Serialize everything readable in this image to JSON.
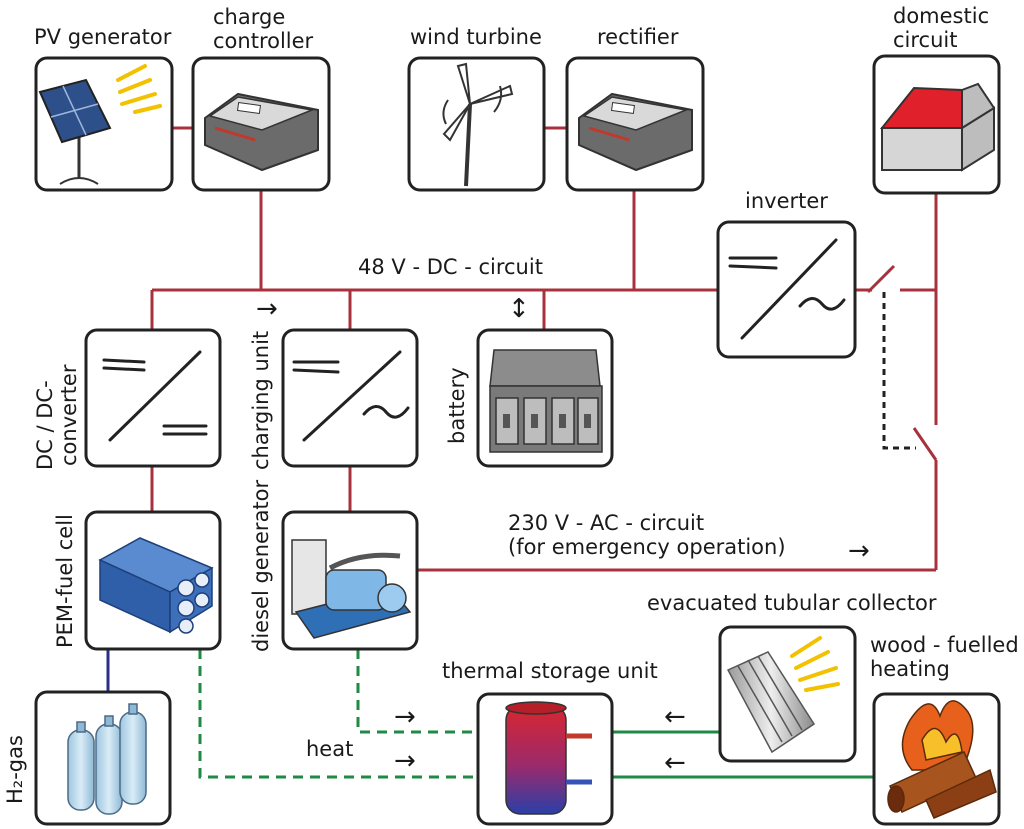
{
  "labels": {
    "pv_generator": "PV generator",
    "charge_controller_1": "charge",
    "charge_controller_2": "controller",
    "wind_turbine": "wind turbine",
    "rectifier": "rectifier",
    "domestic_1": "domestic",
    "domestic_2": "circuit",
    "inverter": "inverter",
    "dc_circuit": "48 V - DC - circuit",
    "dc_dc_1": "DC / DC-",
    "dc_dc_2": "converter",
    "charging_unit": "charging unit",
    "battery": "battery",
    "pem_fuel_cell": "PEM-fuel cell",
    "diesel_generator": "diesel generator",
    "ac_circuit_1": "230 V - AC - circuit",
    "ac_circuit_2": "(for emergency operation)",
    "evacuated_collector": "evacuated tubular collector",
    "wood_1": "wood - fuelled",
    "wood_2": "heating",
    "thermal_storage": "thermal storage unit",
    "heat": "heat",
    "h2_gas": "H₂-gas"
  },
  "arrows": {
    "right": "→",
    "left": "←",
    "updown": "↕"
  },
  "colors": {
    "dc_line": "#a8323c",
    "ac_line": "#a8323c",
    "heat_line": "#1e8a44",
    "h2_line": "#2b2f8a",
    "box_border": "#222222",
    "roof": "#e0202a",
    "house_wall": "#d6d6d6"
  },
  "icons": {
    "pv": "solar-panel-icon",
    "charge_controller": "charge-controller-icon",
    "wind": "wind-turbine-icon",
    "rectifier": "rectifier-icon",
    "house": "house-icon",
    "inverter": "inverter-symbol-icon",
    "dcdc": "dc-dc-converter-symbol-icon",
    "charging": "charging-unit-symbol-icon",
    "battery": "battery-icon",
    "fuelcell": "fuel-cell-icon",
    "diesel": "diesel-generator-icon",
    "collector": "tubular-collector-icon",
    "wood": "wood-fire-icon",
    "storage": "thermal-storage-tank-icon",
    "h2": "gas-cylinders-icon"
  }
}
